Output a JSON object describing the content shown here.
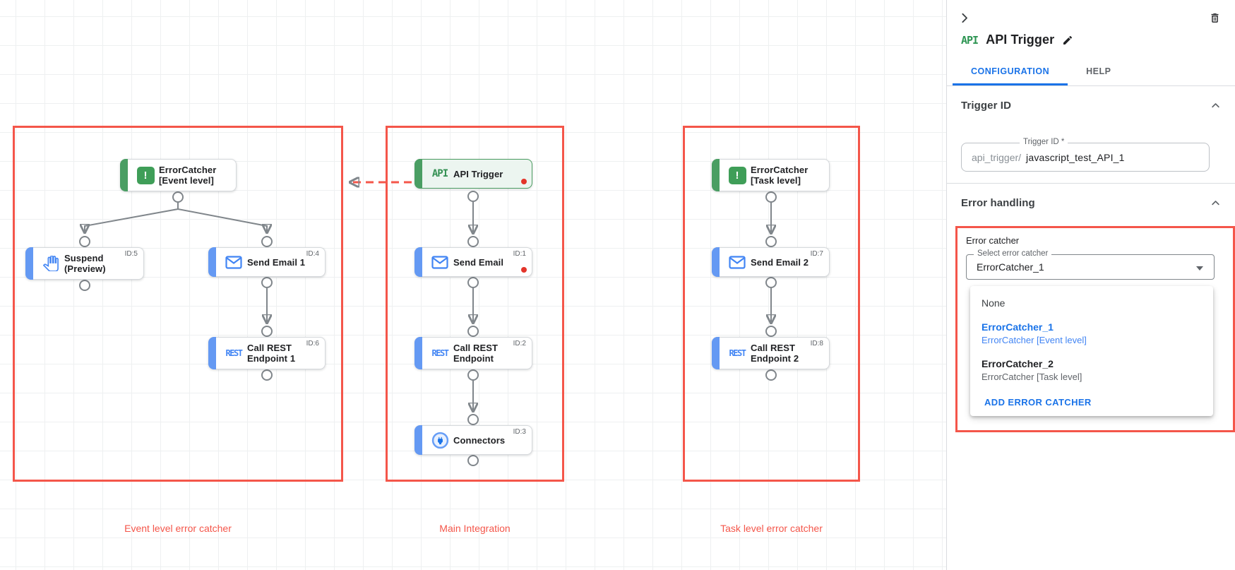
{
  "icons": {
    "api_badge_text": "API",
    "rest_badge_text": "REST",
    "error_catcher_glyph": "!"
  },
  "canvas": {
    "groups": [
      {
        "label": "Event level error catcher"
      },
      {
        "label": "Main Integration"
      },
      {
        "label": "Task level error catcher"
      }
    ],
    "nodes": {
      "error_catcher_event": {
        "line1": "ErrorCatcher",
        "line2": "[Event level]",
        "id": ""
      },
      "suspend": {
        "line1": "Suspend",
        "line2": "(Preview)",
        "id": "ID:5"
      },
      "send_email_1": {
        "line1": "Send Email 1",
        "line2": "",
        "id": "ID:4"
      },
      "call_rest_1": {
        "line1": "Call REST",
        "line2": "Endpoint 1",
        "id": "ID:6"
      },
      "api_trigger": {
        "line1": "API Trigger",
        "line2": "",
        "id": ""
      },
      "send_email": {
        "line1": "Send Email",
        "line2": "",
        "id": "ID:1"
      },
      "call_rest": {
        "line1": "Call REST",
        "line2": "Endpoint",
        "id": "ID:2"
      },
      "connectors": {
        "line1": "Connectors",
        "line2": "",
        "id": "ID:3"
      },
      "error_catcher_task": {
        "line1": "ErrorCatcher",
        "line2": "[Task level]",
        "id": ""
      },
      "send_email_2": {
        "line1": "Send Email 2",
        "line2": "",
        "id": "ID:7"
      },
      "call_rest_2": {
        "line1": "Call REST",
        "line2": "Endpoint 2",
        "id": "ID:8"
      }
    }
  },
  "panel": {
    "badge": "API",
    "title": "API Trigger",
    "tabs": {
      "configuration": "CONFIGURATION",
      "help": "HELP"
    },
    "trigger_id": {
      "section_title": "Trigger ID",
      "field_label": "Trigger ID *",
      "prefix": "api_trigger/",
      "value": "javascript_test_API_1"
    },
    "error_handling": {
      "section_title": "Error handling",
      "group_label": "Error catcher",
      "select_label": "Select error catcher",
      "select_value": "ErrorCatcher_1",
      "options": [
        {
          "label": "None",
          "sublabel": ""
        },
        {
          "label": "ErrorCatcher_1",
          "sublabel": "ErrorCatcher [Event level]"
        },
        {
          "label": "ErrorCatcher_2",
          "sublabel": "ErrorCatcher [Task level]"
        }
      ],
      "add_button": "ADD ERROR CATCHER"
    }
  },
  "colors": {
    "annotation_red": "#f4564a",
    "link_blue": "#1a73e8",
    "task_accent_blue": "#6499f3",
    "trigger_accent_green": "#4a9e63",
    "trigger_background": "#ecf5f0",
    "edge_gray": "#80868b",
    "red_dot": "#e3342a"
  }
}
